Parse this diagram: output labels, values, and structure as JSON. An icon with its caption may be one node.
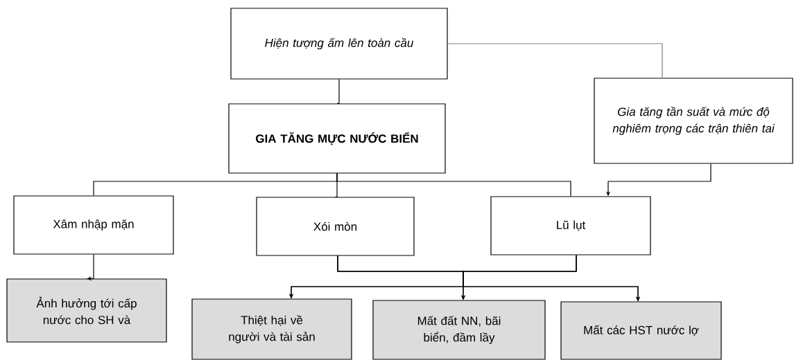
{
  "diagram": {
    "nodes": [
      {
        "text": [
          "Hiện tượng ấm lên toàn cầu"
        ]
      },
      {
        "text": [
          "GIA TĂNG MỰC NƯỚC BIỂN"
        ]
      },
      {
        "text": [
          "Gia tăng tần suất và mức độ nghiêm trọng các trận thiên tai"
        ]
      },
      {
        "text": [
          "Xâm nhập mặn"
        ]
      },
      {
        "text": [
          "Xói mòn"
        ]
      },
      {
        "text": [
          "Lũ lụt"
        ]
      },
      {
        "text": [
          "Ảnh hưởng tới cấp nước cho SH và"
        ]
      },
      {
        "text": [
          "Thiệt hại về người và tài sản"
        ]
      },
      {
        "text": [
          "Mất đất NN, bãi biển, đầm lầy"
        ]
      },
      {
        "text": [
          "Mất các HST nước lợ"
        ]
      }
    ],
    "edges": [
      {
        "from": 0,
        "to": 1,
        "arrow": "none"
      },
      {
        "from": 0,
        "to": 2,
        "arrow": "none",
        "color": "#808080"
      },
      {
        "from": 1,
        "to": 3,
        "arrow": "none"
      },
      {
        "from": 1,
        "to": 4,
        "arrow": "none"
      },
      {
        "from": 1,
        "to": 5,
        "arrow": "none"
      },
      {
        "from": 2,
        "to": 5,
        "arrow": "to"
      },
      {
        "from": 3,
        "to": 6,
        "arrow": "to"
      },
      {
        "from": 4,
        "to": 7,
        "arrow": "to"
      },
      {
        "from": 4,
        "to": 8,
        "arrow": "to"
      },
      {
        "from": 4,
        "to": 9,
        "arrow": "to"
      },
      {
        "from": 5,
        "to": 7,
        "arrow": "to"
      },
      {
        "from": 5,
        "to": 8,
        "arrow": "to"
      },
      {
        "from": 5,
        "to": 9,
        "arrow": "to"
      }
    ]
  }
}
